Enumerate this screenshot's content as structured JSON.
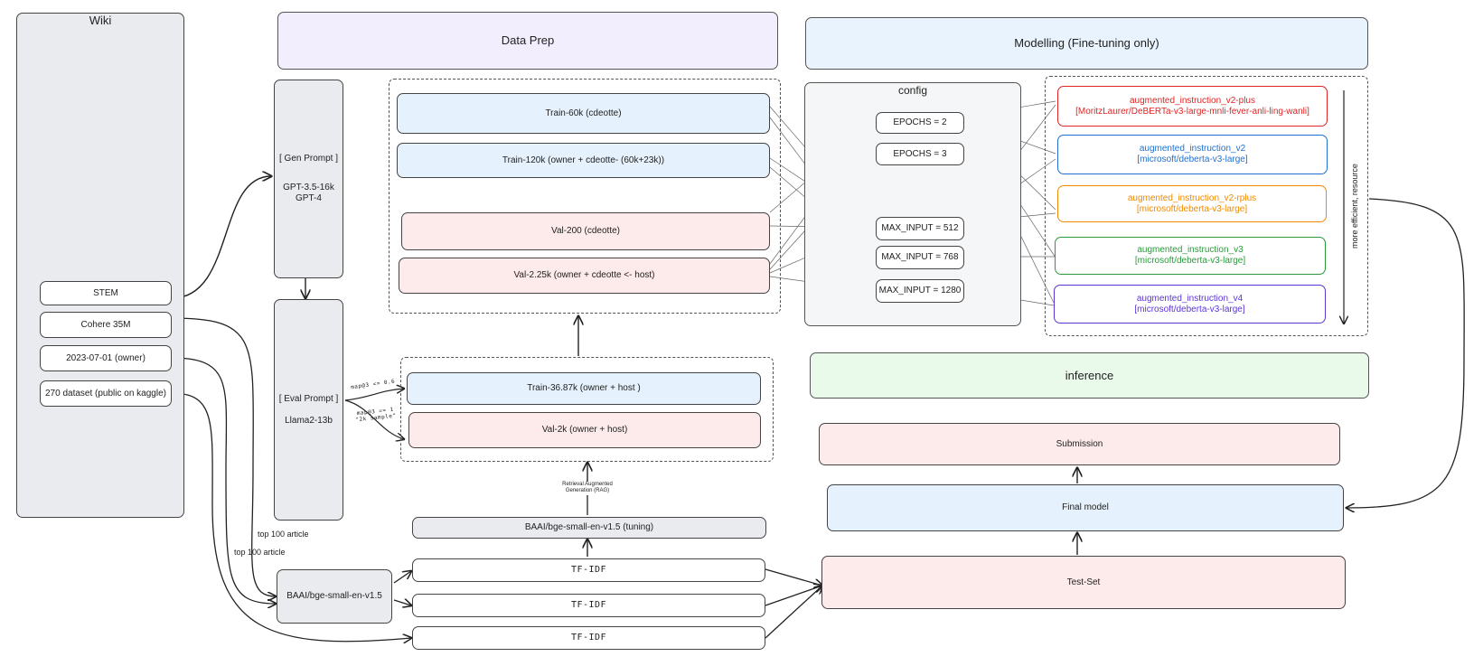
{
  "wiki": {
    "title": "Wiki",
    "items": [
      "STEM",
      "Cohere 35M",
      "2023-07-01 (owner)",
      "270 dataset (public on kaggle)"
    ]
  },
  "data_prep": {
    "title": "Data Prep"
  },
  "modelling": {
    "title": "Modelling (Fine-tuning only)"
  },
  "inference": {
    "title": "inference"
  },
  "gen_prompt": {
    "title": "[ Gen Prompt ]",
    "models": "GPT-3.5-16k\nGPT-4"
  },
  "eval_prompt": {
    "title": "[ Eval Prompt ]",
    "model": "Llama2-13b"
  },
  "eval_notes": {
    "upper": "map@3 <= 0.6",
    "lower": "map@3 == 1\n\"2k sample\""
  },
  "datasets": {
    "train_60k": "Train-60k (cdeotte)",
    "train_120k": "Train-120k (owner + cdeotte- (60k+23k))",
    "val_200": "Val-200 (cdeotte)",
    "val_2_25k": "Val-2.25k (owner + cdeotte <- host)",
    "train_36k": "Train-36.87k (owner + host )",
    "val_2k": "Val-2k (owner + host)"
  },
  "rag_label": "Retrieval Augmented\nGeneration (RAG)",
  "bge_tuning": "BAAI/bge-small-en-v1.5 (tuning)",
  "bge": "BAAI/bge-small-en-v1.5",
  "tfidf": [
    "TF-IDF",
    "TF-IDF",
    "TF-IDF"
  ],
  "top_article_labels": [
    "top 100 article",
    "top 100 article"
  ],
  "config": {
    "title": "config",
    "items": [
      "EPOCHS = 2",
      "EPOCHS = 3",
      "MAX_INPUT = 512",
      "MAX_INPUT = 768",
      "MAX_INPUT = 1280"
    ]
  },
  "models": [
    {
      "name": "augmented_instruction_v2-plus",
      "base": "[MoritzLaurer/DeBERTa-v3-large-mnli-fever-anli-ling-wanli]",
      "color": "#e02424"
    },
    {
      "name": "augmented_instruction_v2",
      "base": "[microsoft/deberta-v3-large]",
      "color": "#1f6fd1"
    },
    {
      "name": "augmented_instruction_v2-rplus",
      "base": "[microsoft/deberta-v3-large]",
      "color": "#f08a00"
    },
    {
      "name": "augmented_instruction_v3",
      "base": "[microsoft/deberta-v3-large]",
      "color": "#2a9a3a"
    },
    {
      "name": "augmented_instruction_v4",
      "base": "[microsoft/deberta-v3-large]",
      "color": "#5b34d6"
    }
  ],
  "efficiency_label": "more efficient, resource",
  "submission": "Submission",
  "final_model": "Final model",
  "test_set": "Test-Set"
}
